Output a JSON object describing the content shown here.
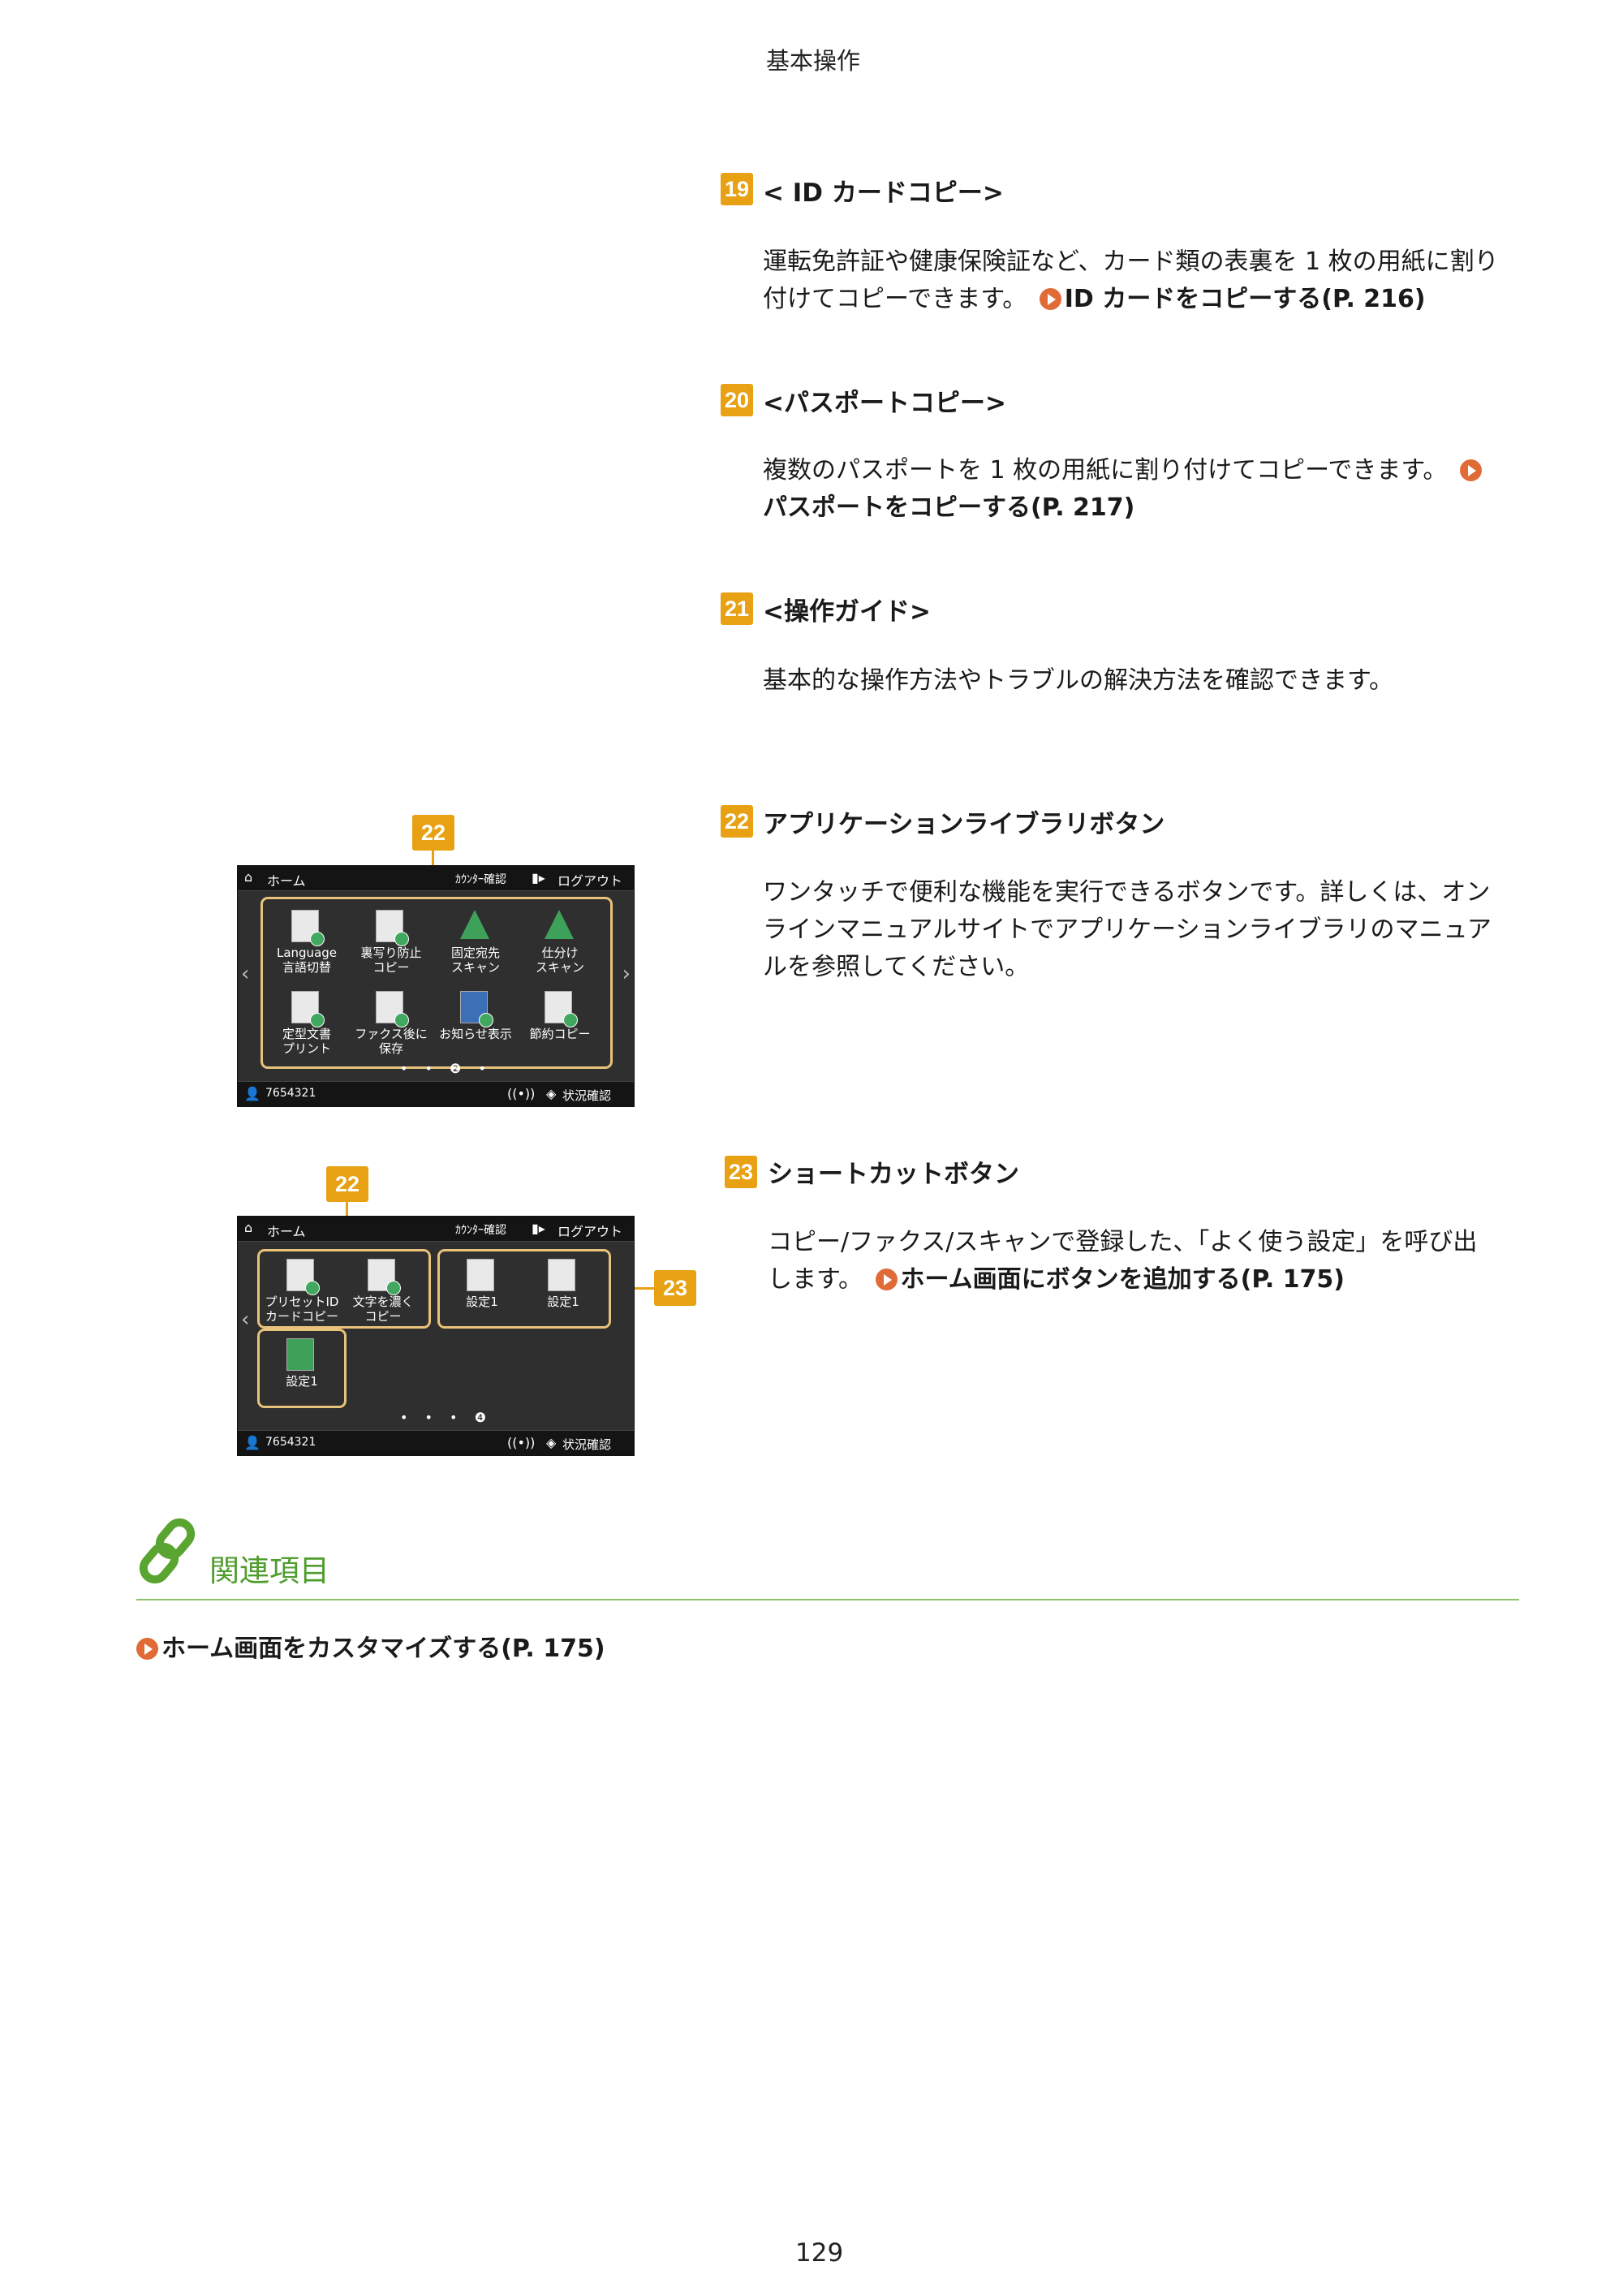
{
  "header": {
    "title": "基本操作"
  },
  "sections": [
    {
      "num": "19",
      "title": "< ID カードコピー>",
      "body_lines": [
        "運転免許証や健康保険証など、カード類の表裏を 1 枚の用紙に割り",
        "付けてコピーできます。"
      ],
      "link": "ID カードをコピーする(P. 216)"
    },
    {
      "num": "20",
      "title": "<パスポートコピー>",
      "body_lines": [
        "複数のパスポートを 1 枚の用紙に割り付けてコピーできます。"
      ],
      "link": "パスポートをコピーする(P. 217)"
    },
    {
      "num": "21",
      "title": "<操作ガイド>",
      "body_lines": [
        "基本的な操作方法やトラブルの解決方法を確認できます。"
      ]
    },
    {
      "num": "22",
      "title": "アプリケーションライブラリボタン",
      "body_lines": [
        "ワンタッチで便利な機能を実行できるボタンです。詳しくは、オン",
        "ラインマニュアルサイトでアプリケーションライブラリのマニュア",
        "ルを参照してください。"
      ]
    },
    {
      "num": "23",
      "title": "ショートカットボタン",
      "body_lines": [
        "コピー/ファクス/スキャンで登録した、「よく使う設定」を呼び出",
        "します。"
      ],
      "link": "ホーム画面にボタンを追加する(P. 175)"
    }
  ],
  "screen1": {
    "callout": "22",
    "home_label": "ホーム",
    "counter_label": "ｶｳﾝﾀｰ確認",
    "logout_label": "ログアウト",
    "tiles": [
      {
        "l1": "Language",
        "l2": "言語切替"
      },
      {
        "l1": "裏写り防止",
        "l2": "コピー"
      },
      {
        "l1": "固定宛先",
        "l2": "スキャン"
      },
      {
        "l1": "仕分け",
        "l2": "スキャン"
      },
      {
        "l1": "定型文書",
        "l2": "プリント"
      },
      {
        "l1": "ファクス後に",
        "l2": "保存"
      },
      {
        "l1": "お知らせ表示",
        "l2": ""
      },
      {
        "l1": "節約コピー",
        "l2": ""
      }
    ],
    "pager": "• • ❷ •",
    "user_id": "7654321",
    "status_label": "状況確認"
  },
  "screen2": {
    "callout_a": "22",
    "callout_b": "23",
    "home_label": "ホーム",
    "counter_label": "ｶｳﾝﾀｰ確認",
    "logout_label": "ログアウト",
    "tiles": [
      {
        "l1": "プリセットID",
        "l2": "カードコピー"
      },
      {
        "l1": "文字を濃く",
        "l2": "コピー"
      },
      {
        "l1": "設定1",
        "l2": ""
      },
      {
        "l1": "設定1",
        "l2": ""
      },
      {
        "l1": "設定1",
        "l2": ""
      }
    ],
    "pager": "• • • ❹",
    "user_id": "7654321",
    "status_label": "状況確認"
  },
  "related": {
    "title": "関連項目",
    "links": [
      "ホーム画面をカスタマイズする(P. 175)"
    ]
  },
  "page_number": "129",
  "colors": {
    "badge": "#e8a112",
    "link_arrow": "#e06b36",
    "related": "#4f9d2e"
  }
}
